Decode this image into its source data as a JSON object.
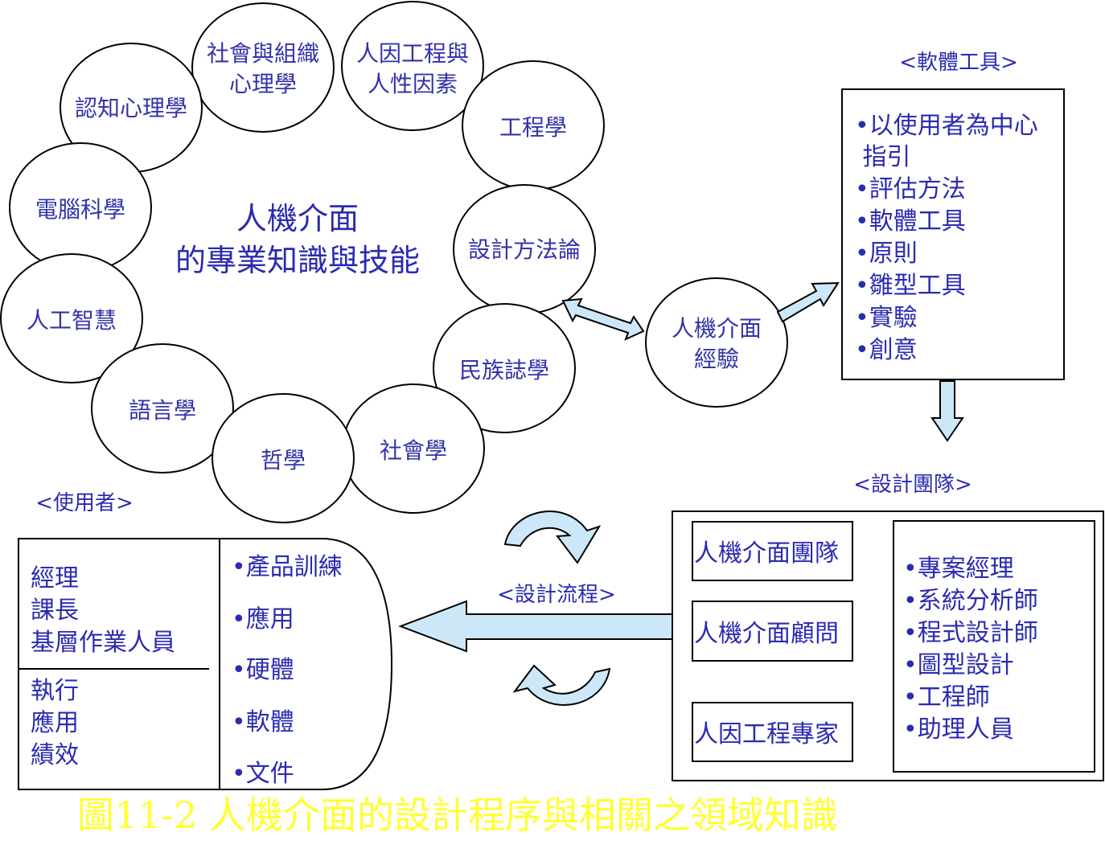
{
  "knowledge_center": [
    "人機介面",
    "的專業知識與技能"
  ],
  "disciplines": [
    {
      "lines": [
        "社會與組織",
        "心理學"
      ]
    },
    {
      "lines": [
        "人因工程與",
        "人性因素"
      ]
    },
    {
      "lines": [
        "認知心理學"
      ]
    },
    {
      "lines": [
        "工程學"
      ]
    },
    {
      "lines": [
        "電腦科學"
      ]
    },
    {
      "lines": [
        "設計方法論"
      ]
    },
    {
      "lines": [
        "人工智慧"
      ]
    },
    {
      "lines": [
        "民族誌學"
      ]
    },
    {
      "lines": [
        "語言學"
      ]
    },
    {
      "lines": [
        "社會學"
      ]
    },
    {
      "lines": [
        "哲學"
      ]
    }
  ],
  "hci_experience": [
    "人機介面",
    "經驗"
  ],
  "software_tools": {
    "title": "<軟體工具>",
    "items": [
      "•以使用者為中心",
      " 指引",
      "•評估方法",
      "•軟體工具",
      "•原則",
      "•雛型工具",
      "•實驗",
      "•創意"
    ]
  },
  "design_team": {
    "title": "<設計團隊>",
    "roles": [
      "人機介面團隊",
      "人機介面顧問",
      "人因工程專家"
    ],
    "members": [
      "•專案經理",
      "•系統分析師",
      "•程式設計師",
      "•圖型設計",
      "•工程師",
      "•助理人員"
    ]
  },
  "design_process": {
    "label": "<設計流程>"
  },
  "users": {
    "title": "<使用者>",
    "roles": [
      "經理",
      "課長",
      "基層作業人員"
    ],
    "activities": [
      "執行",
      "應用",
      "績效"
    ],
    "support": [
      "•產品訓練",
      "•應用",
      "•硬體",
      "•軟體",
      "•文件"
    ]
  },
  "caption": "圖11-2 人機介面的設計程序與相關之領域知識",
  "colors": {
    "text": "#2b2bb0",
    "arrow_fill": "#cce8f8",
    "caption": "#ffff33"
  }
}
